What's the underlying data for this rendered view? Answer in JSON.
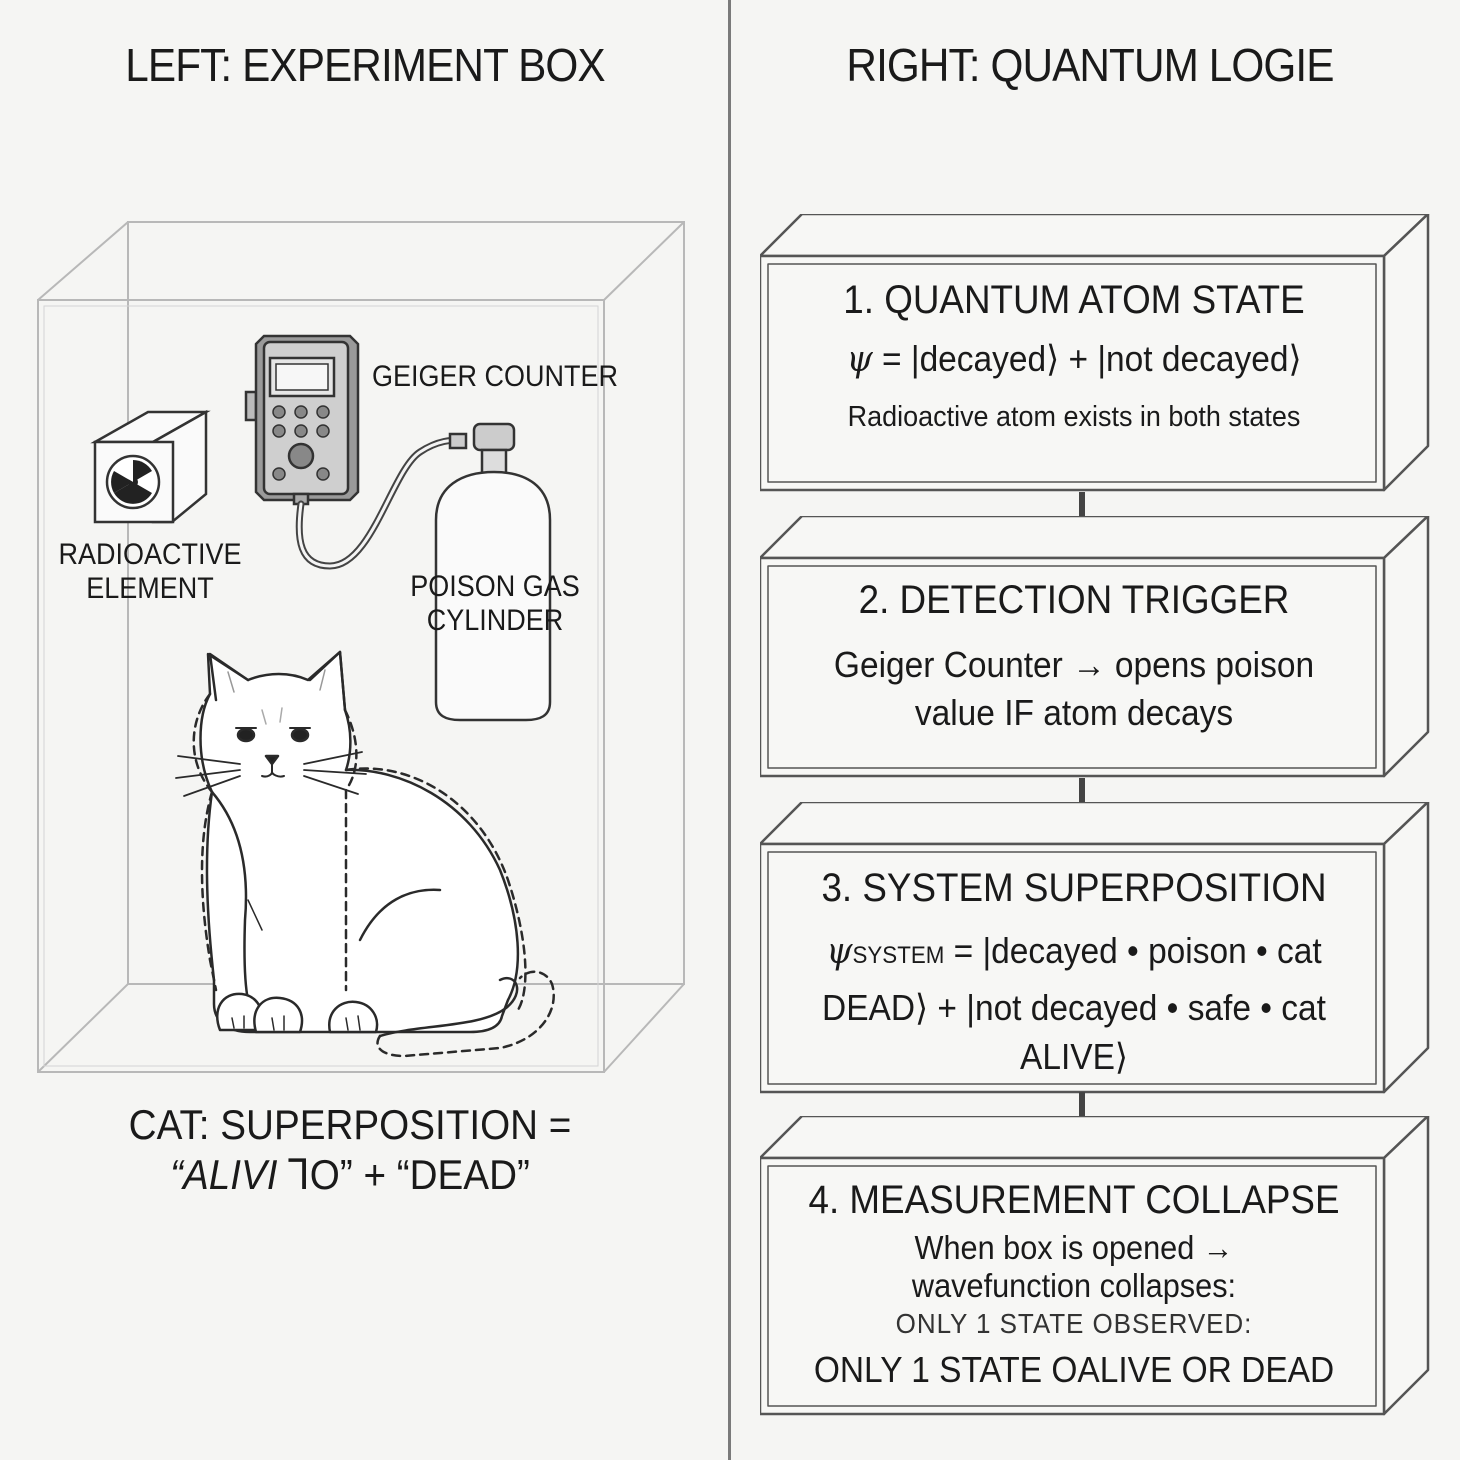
{
  "titles": {
    "left": "LEFT: EXPERIMENT BOX",
    "right": "RIGHT: QUANTUM LOGIE"
  },
  "scene": {
    "geiger_label": "GEIGER COUNTER",
    "radioactive_label_1": "RADIOACTIVE",
    "radioactive_label_2": "ELEMENT",
    "poison_label_1": "POISON GAS",
    "poison_label_2": "CYLINDER",
    "caption_1": "CAT: SUPERPOSITION =",
    "caption_2a": "“ALIVI ",
    "caption_2b": "ꞀO",
    "caption_2c": "” + “DEAD”"
  },
  "steps": [
    {
      "heading": "1. QUANTUM ATOM STATE",
      "equation_psi": "ψ",
      "equation": " = |decayed⟩ + |not decayed⟩",
      "note": "Radioactive atom exists in both states"
    },
    {
      "heading": "2. DETECTION TRIGGER",
      "line1": "Geiger Counter → opens poison",
      "line2": "value IF atom decays"
    },
    {
      "heading": "3. SYSTEM SUPERPOSITION",
      "psi": "ψ",
      "psi_sub": "SYSTEM",
      "line1": " = |decayed • poison • cat",
      "line2": "DEAD⟩ + |not decayed • safe • cat",
      "line3": "ALIVE⟩"
    },
    {
      "heading": "4. MEASUREMENT COLLAPSE",
      "line1": "When box is opened →",
      "line2": "wavefunction collapses:",
      "line3": "ONLY  1  STATE  OBSERVED:",
      "line4": "ONLY 1 STATE OALIVE OR DEAD"
    }
  ]
}
